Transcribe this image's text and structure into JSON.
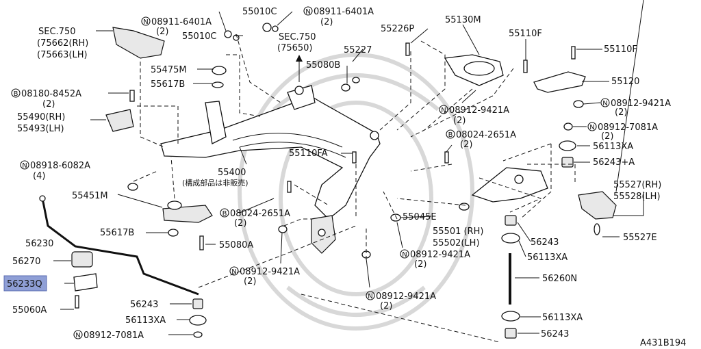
{
  "colors": {
    "highlight": "#8f9fd6",
    "ink": "#111111"
  },
  "labels": {
    "sec750_a": "SEC.750",
    "sec750_a_rh": "(75662(RH)",
    "sec750_a_lh": "(75663(LH)",
    "p55475m": "55475M",
    "p55617b_top": "55617B",
    "b08180": "08180-8452A",
    "b08180_qty": "(2)",
    "p55490": "55490(RH)",
    "p55493": "55493(LH)",
    "n08918": "08918-6082A",
    "n08918_qty": "(4)",
    "p55451m": "55451M",
    "p56230": "56230",
    "p55617b_bot": "55617B",
    "p56270": "56270",
    "p56233q": "56233Q",
    "p55060a": "55060A",
    "p56243_left": "56243",
    "p56113xa_left": "56113XA",
    "n08912_7081a_left": "08912-7081A",
    "n08911_a": "08911-6401A",
    "n08911_a_qty": "(2)",
    "p55010c_top": "55010C",
    "p55010c_mid": "55010C",
    "n08911_b": "08911-6401A",
    "n08911_b_qty": "(2)",
    "sec750_b": "SEC.750",
    "sec750_b_sub": "(75650)",
    "p55227": "55227",
    "p55080b": "55080B",
    "p55226p": "55226P",
    "p55130m": "55130M",
    "p55110f_a": "55110F",
    "p55110f_b": "55110F",
    "p55120": "55120",
    "n08912_9421a_r1": "08912-9421A",
    "n08912_9421a_r1_qty": "(2)",
    "n08912_9421a_r2": "08912-9421A",
    "n08912_9421a_r2_qty": "(2)",
    "n08912_7081a_right": "08912-7081A",
    "n08912_7081a_right_qty": "(2)",
    "b08024_top": "08024-2651A",
    "b08024_top_qty": "(2)",
    "p56113xa_r1": "56113XA",
    "p56243a": "56243+A",
    "p55527rh": "55527(RH)",
    "p55528lh": "55528(LH)",
    "p55527e": "55527E",
    "p55110fa": "55110FA",
    "p55400": "55400",
    "p55400_note": "(構成部品は非販売)",
    "b08024_mid": "08024-2651A",
    "b08024_mid_qty": "(2)",
    "p55045e": "55045E",
    "p55501": "55501 (RH)",
    "p55502": "55502(LH)",
    "p56243_r": "56243",
    "p56113xa_r2": "56113XA",
    "p56260n": "56260N",
    "p56113xa_r3": "56113XA",
    "p56243_r2": "56243",
    "p55080a": "55080A",
    "n08912_9421a_c1": "08912-9421A",
    "n08912_9421a_c1_qty": "(2)",
    "n08912_9421a_c2": "08912-9421A",
    "n08912_9421a_c2_qty": "(2)",
    "n08912_9421a_c3": "08912-9421A",
    "n08912_9421a_c3_qty": "(2)",
    "diagram_code": "A431B194"
  },
  "symbols": {
    "nut": "N",
    "bolt": "B"
  }
}
